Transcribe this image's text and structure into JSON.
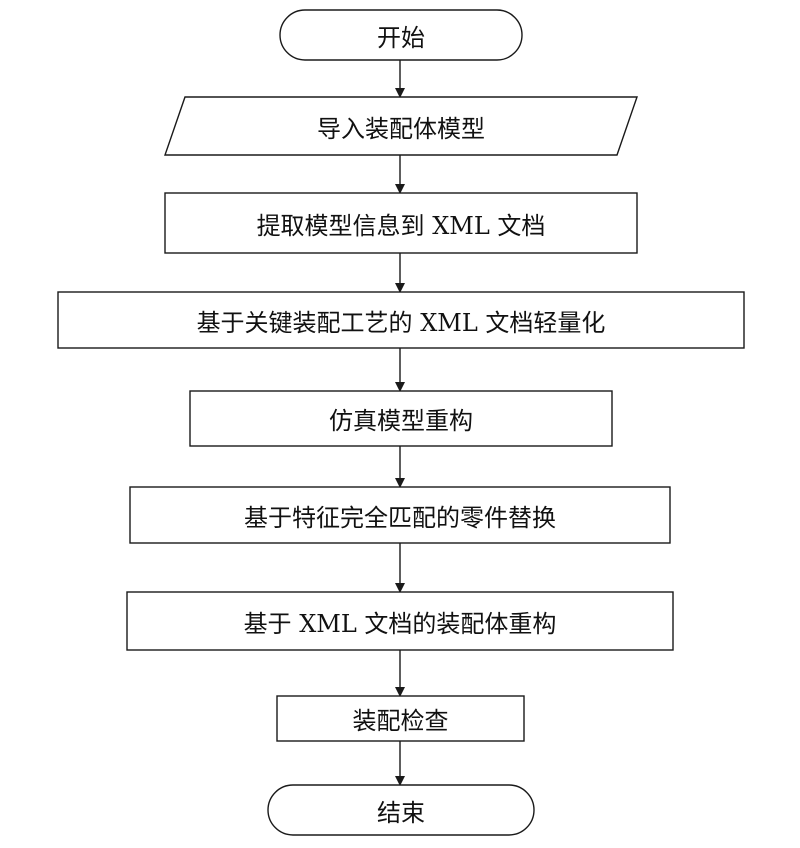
{
  "flowchart": {
    "line_color": "#1a1a1a",
    "nodes": [
      {
        "id": "start",
        "shape": "terminal",
        "label": "开始"
      },
      {
        "id": "import",
        "shape": "data",
        "label": "导入装配体模型"
      },
      {
        "id": "extract",
        "shape": "process",
        "label": "提取模型信息到 XML 文档"
      },
      {
        "id": "lightweight",
        "shape": "process",
        "label": "基于关键装配工艺的 XML 文档轻量化"
      },
      {
        "id": "rebuild",
        "shape": "process",
        "label": "仿真模型重构"
      },
      {
        "id": "replace",
        "shape": "process",
        "label": "基于特征完全匹配的零件替换"
      },
      {
        "id": "assembly",
        "shape": "process",
        "label": "基于 XML 文档的装配体重构"
      },
      {
        "id": "check",
        "shape": "process",
        "label": "装配检查"
      },
      {
        "id": "end",
        "shape": "terminal",
        "label": "结束"
      }
    ],
    "edges": [
      {
        "from": "start",
        "to": "import"
      },
      {
        "from": "import",
        "to": "extract"
      },
      {
        "from": "extract",
        "to": "lightweight"
      },
      {
        "from": "lightweight",
        "to": "rebuild"
      },
      {
        "from": "rebuild",
        "to": "replace"
      },
      {
        "from": "replace",
        "to": "assembly"
      },
      {
        "from": "assembly",
        "to": "check"
      },
      {
        "from": "check",
        "to": "end"
      }
    ]
  }
}
